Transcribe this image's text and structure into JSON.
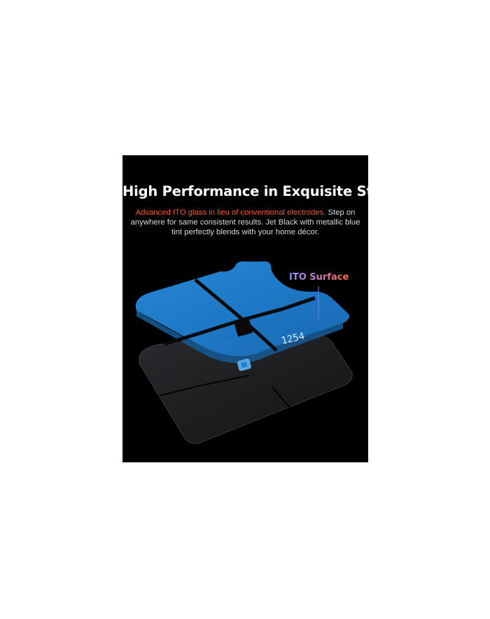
{
  "headline": "High Performance in Exquisite Style",
  "description": {
    "highlight": "Advanced ITO glass in lieu of conventional electrodes.",
    "rest": " Step on anywhere for same consistent results. Jet Black with metallic blue tint perfectly blends with your home décor."
  },
  "callout": {
    "label": "ITO Surface"
  },
  "display_reading": "1254",
  "colors": {
    "background": "#000000",
    "accent": "#f0582d",
    "glass_blue": "#1f7fd0",
    "scale_body": "#1a1a1c"
  },
  "icons": {
    "center_button": "square-button-icon",
    "logo": "brand-logo-icon"
  }
}
